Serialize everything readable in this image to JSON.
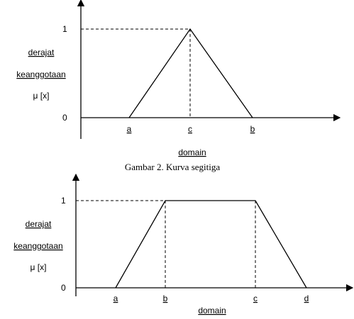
{
  "top_graph": {
    "y_high": "1",
    "y_low": "0",
    "ylabel_line1": "derajat",
    "ylabel_line2": "keanggotaan",
    "ylabel_line3": "μ [x]",
    "x_a": "a",
    "x_c": "c",
    "x_b": "b",
    "xlabel": "domain"
  },
  "caption": "Gambar 2. Kurva segitiga",
  "bottom_graph": {
    "y_high": "1",
    "y_low": "0",
    "ylabel_line1": "derajat",
    "ylabel_line2": "keanggotaan",
    "ylabel_line3": "μ [x]",
    "x_a": "a",
    "x_b": "b",
    "x_c": "c",
    "x_d": "d",
    "xlabel": "domain"
  }
}
